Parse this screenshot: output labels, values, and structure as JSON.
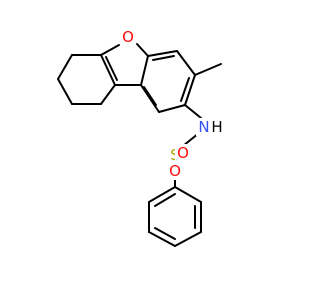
{
  "molecule": {
    "atoms": {
      "oxygen_ring": {
        "symbol": "O",
        "color": "#ff0d0d"
      },
      "nitrogen": {
        "symbol": "N",
        "hydrogen": "H",
        "color": "#3050f8",
        "hydrogen_color": "#000000"
      },
      "sulfur": {
        "symbol": "S",
        "color": "#b3a200"
      },
      "oxygen_sulfonyl_1": {
        "symbol": "O",
        "color": "#ff0d0d"
      },
      "oxygen_sulfonyl_2": {
        "symbol": "O",
        "color": "#ff0d0d"
      }
    },
    "bond_color": "#000000"
  }
}
